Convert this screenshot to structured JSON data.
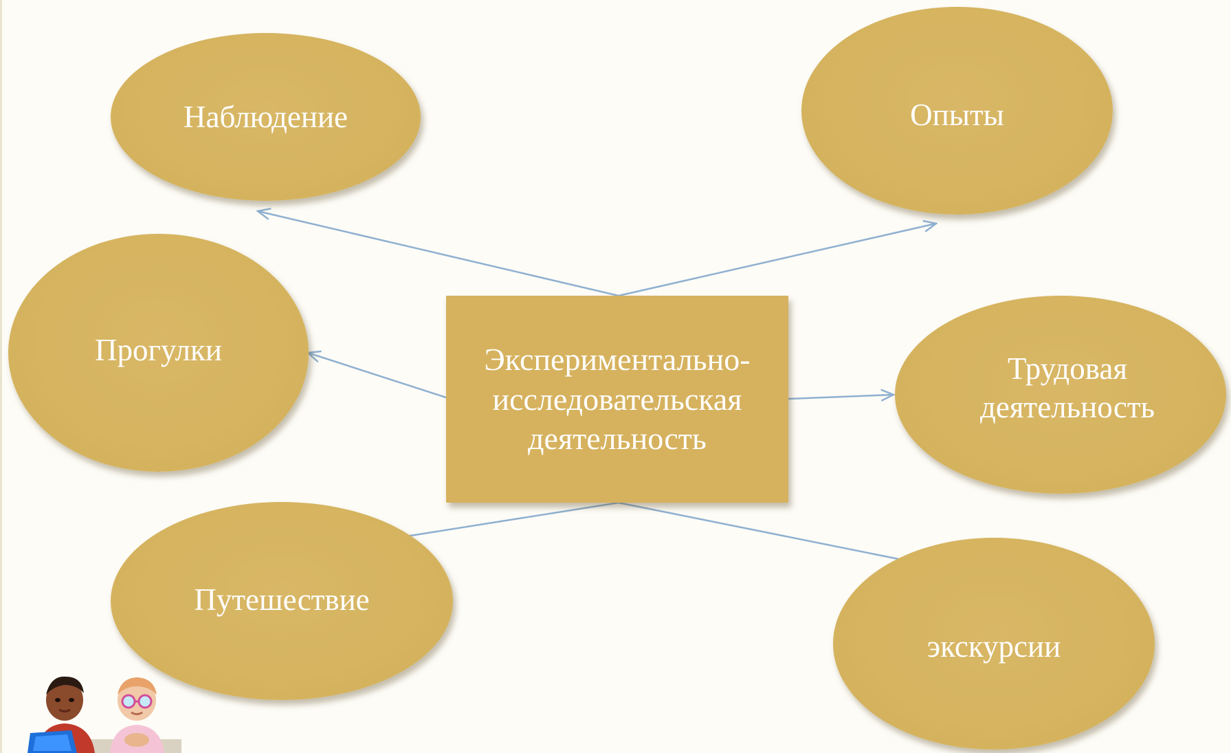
{
  "center": {
    "label": "Экспериментально-исследовательская деятельность",
    "lines": [
      "Экспериментально-",
      "исследовательская",
      "деятельность"
    ]
  },
  "nodes": {
    "observation": "Наблюдение",
    "experiments": "Опыты",
    "walks": "Прогулки",
    "labor": [
      "Трудовая",
      "деятельность"
    ],
    "travel": "Путешествие",
    "excursions": "экскурсии"
  },
  "colors": {
    "node_fill": "#d6b25f",
    "arrow": "#8fb0d0",
    "text": "#ffffff",
    "background": "#fdfcf7"
  },
  "icons": {
    "corner_characters": "two-cartoon-kids-icon"
  }
}
